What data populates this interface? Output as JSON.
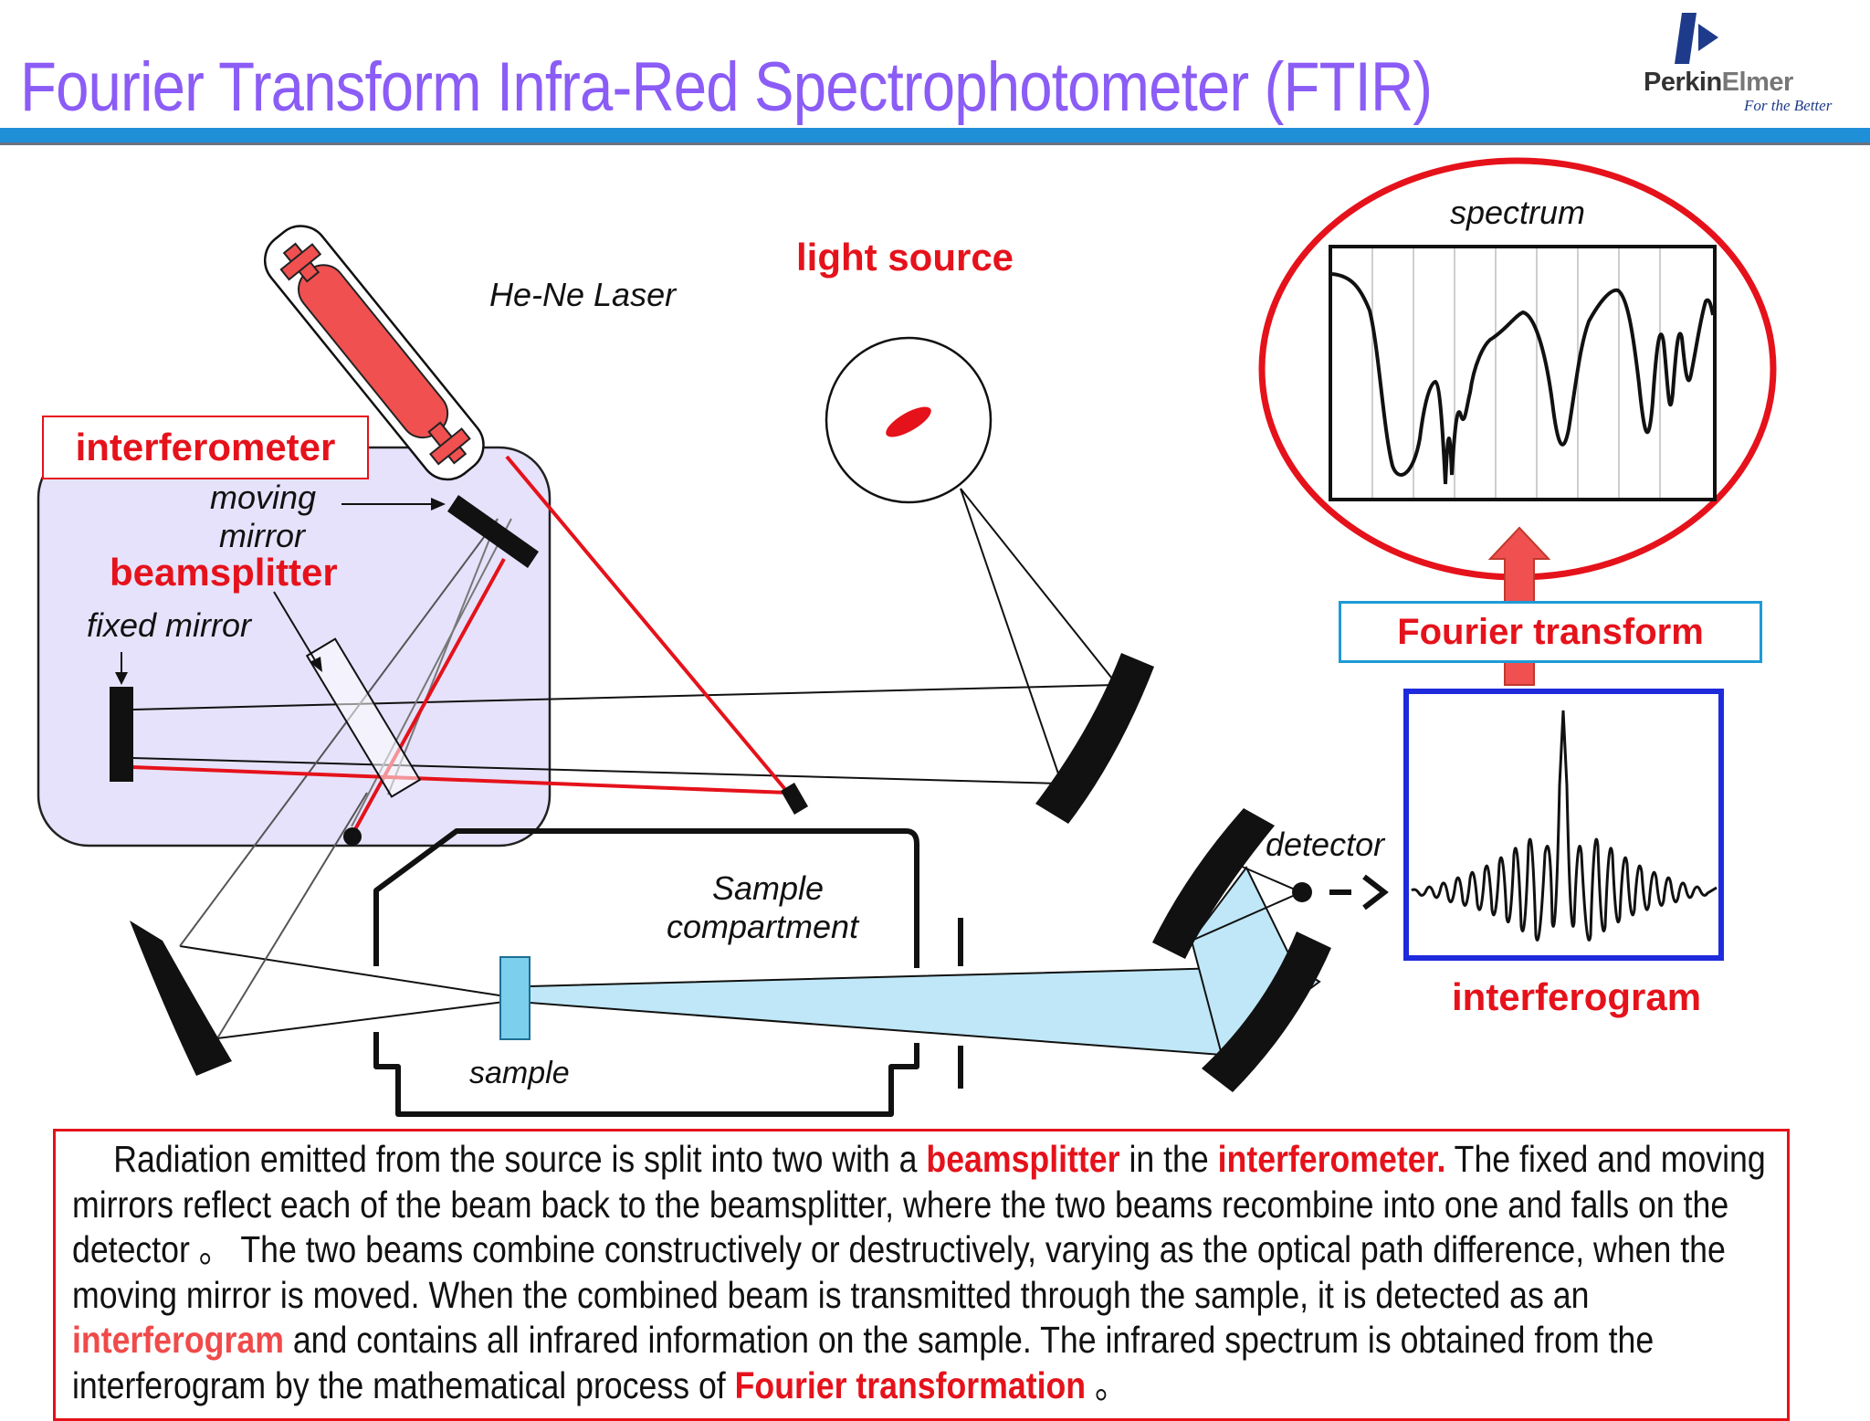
{
  "header": {
    "title": "Fourier Transform Infra-Red Spectrophotometer (FTIR)",
    "brand_bold": "Perkin",
    "brand_light": "Elmer",
    "tagline": "For the Better"
  },
  "labels": {
    "he_ne_laser": "He-Ne Laser",
    "light_source": "light source",
    "interferometer": "interferometer",
    "moving_mirror_line1": "moving",
    "moving_mirror_line2": "mirror",
    "beamsplitter": "beamsplitter",
    "fixed_mirror": "fixed mirror",
    "sample_compartment_line1": "Sample",
    "sample_compartment_line2": "compartment",
    "sample": "sample",
    "detector": "detector",
    "spectrum": "spectrum",
    "fourier_transform": "Fourier transform",
    "interferogram": "interferogram"
  },
  "description": {
    "p1": "Radiation emitted from the source is split into two with a ",
    "h1": "beamsplitter",
    "p2": " in the ",
    "h2": "interferometer.",
    "p3": " The fixed and moving mirrors reflect each of the beam back to the beamsplitter, where the two beams recombine into one and falls on the detector 。 The two beams combine constructively or destructively, varying as the optical path difference, when the moving mirror is moved. When the combined beam is transmitted through the sample, it is detected as an ",
    "h3": "interferogram",
    "p4": " and contains all infrared information on the sample. The infrared spectrum is obtained from the interferogram by the mathematical process of ",
    "h4": "Fourier transformation",
    "p5": " 。"
  },
  "colors": {
    "title": "#8b5cf6",
    "accent_bar": "#1f8fd8",
    "red": "#e5121b",
    "laser": "#f05050",
    "interferometer_box": "#e6e2fb",
    "beam_fill": "#bfe7f7",
    "interferogram_border": "#1e2bdc",
    "ft_border": "#1f9ad6"
  }
}
